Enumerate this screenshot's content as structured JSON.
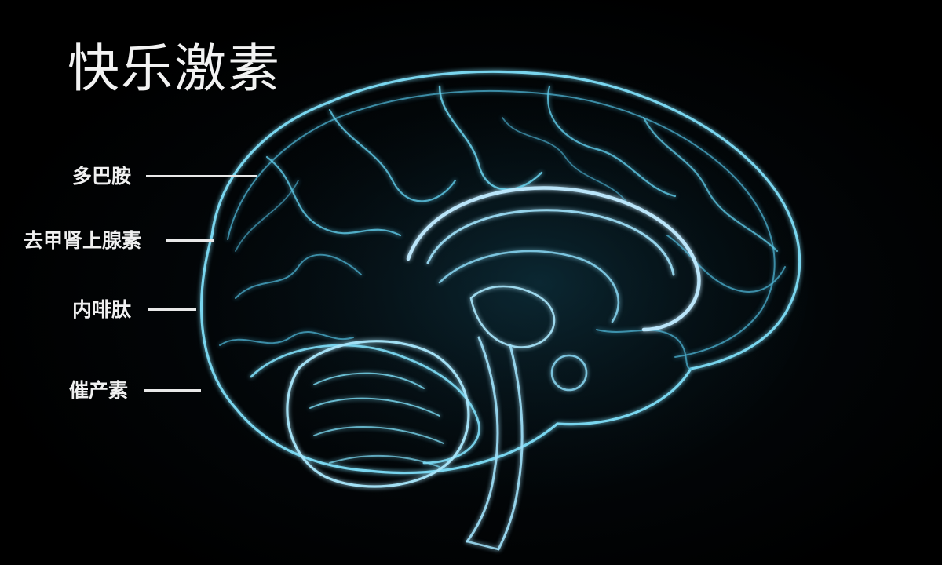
{
  "title": "快乐激素",
  "labels": {
    "dopamine": "多巴胺",
    "norepinephrine": "去甲肾上腺素",
    "endorphin": "内啡肽",
    "oxytocin": "催产素"
  },
  "colors": {
    "background": "#000000",
    "brain_glow": "#5fd3f0",
    "brain_core": "#cfefff",
    "text": "#f0f0f0"
  }
}
